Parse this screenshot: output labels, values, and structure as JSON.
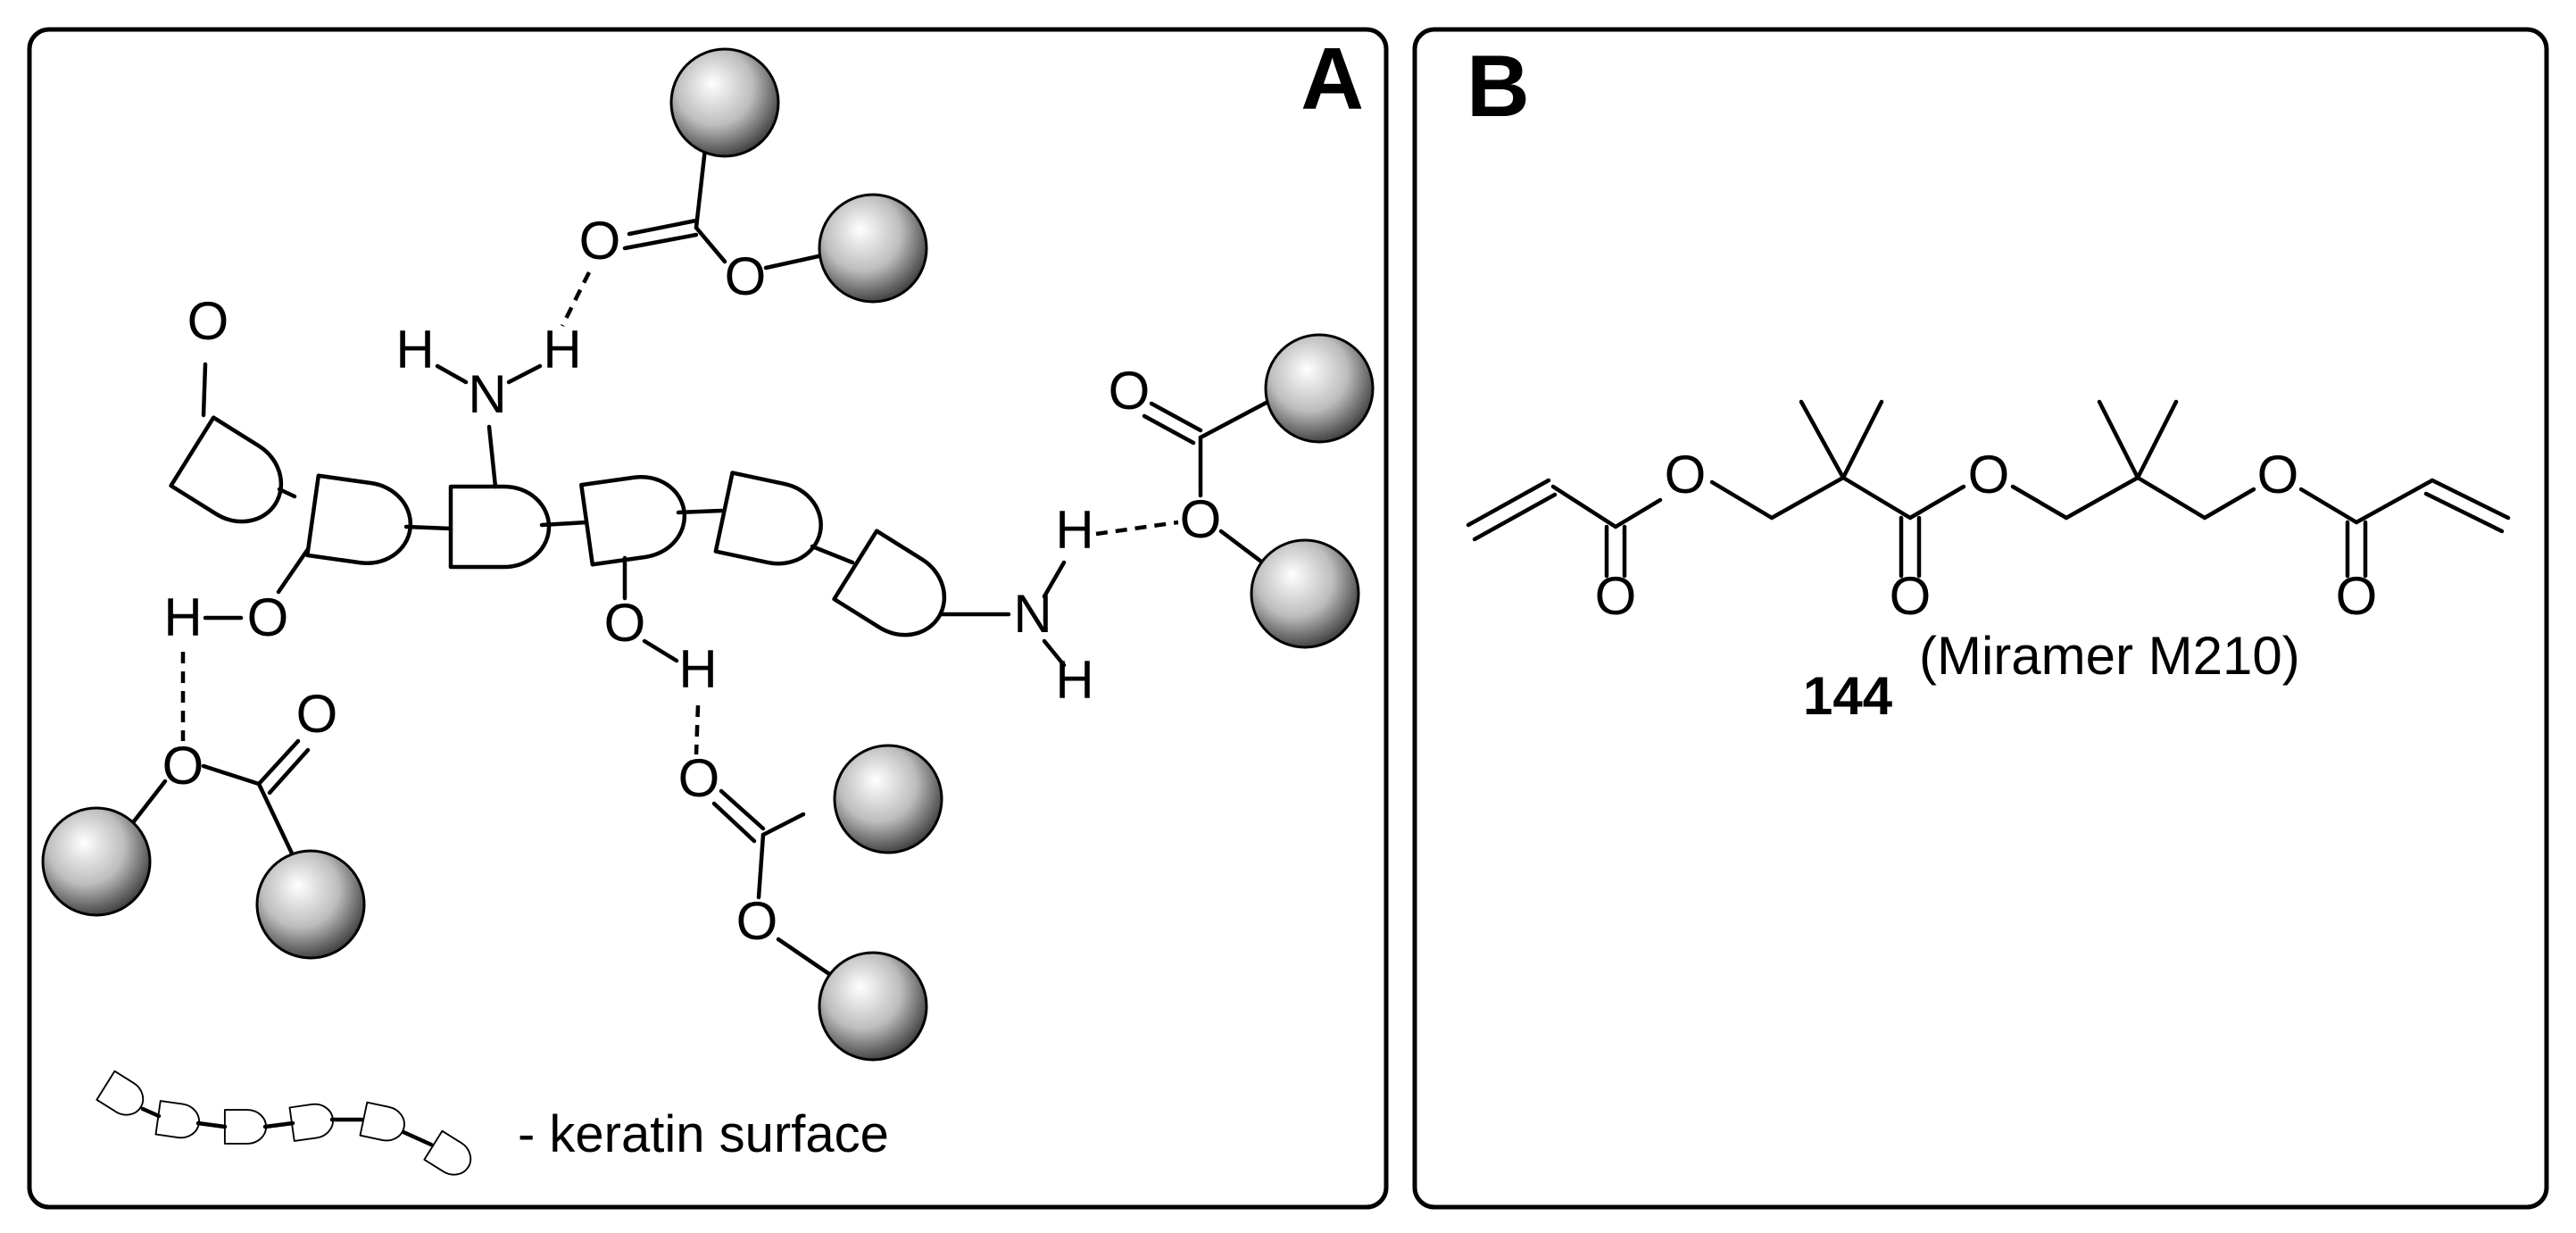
{
  "panels": {
    "a": {
      "label": "A",
      "atoms": {
        "o_keto": "O",
        "n_amine_top": "N",
        "h_amine_top_left": "H",
        "h_amine_top_right": "H",
        "o_ester_top_carbonyl": "O",
        "o_ester_top_single": "O",
        "h_oh_left": "H",
        "o_oh_left": "O",
        "o_ester_lower_left_single": "O",
        "o_ester_lower_left_carbonyl": "O",
        "o_oh_center": "O",
        "h_oh_center": "H",
        "o_ester_bottom_carbonyl": "O",
        "o_ester_bottom_single": "O",
        "o_ester_right_carbonyl": "O",
        "o_ester_right_single": "O",
        "h_amine_right_top": "H",
        "n_amine_right": "N",
        "h_amine_right_bottom": "H"
      },
      "legend": "- keratin surface"
    },
    "b": {
      "label": "B",
      "atoms": [
        "O",
        "O",
        "O",
        "O",
        "O",
        "O"
      ],
      "compound_number": "144",
      "compound_name": "(Miramer M210)"
    }
  },
  "colors": {
    "line": "#000000",
    "background": "#ffffff",
    "sphere_highlight": "#ffffff",
    "sphere_mid": "#bdbdbd",
    "sphere_shadow": "#3a3a3a"
  },
  "icons": {
    "sphere": "polymer-bead",
    "keratin_unit": "d-shaped-block"
  }
}
